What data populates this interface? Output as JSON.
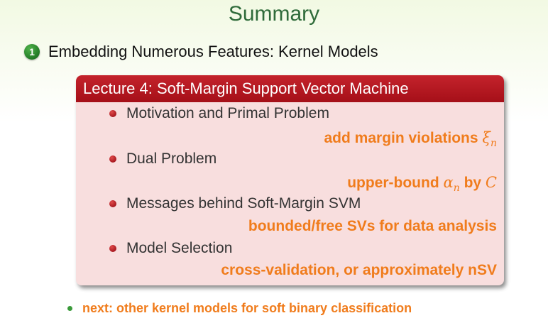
{
  "slide": {
    "title": "Summary"
  },
  "main_point": {
    "number": "1",
    "text": "Embedding Numerous Features: Kernel Models"
  },
  "lecture_box": {
    "header": "Lecture 4: Soft-Margin Support Vector Machine",
    "items": [
      {
        "label": "Motivation and Primal Problem",
        "note_text": "add margin violations",
        "note_math": "ξ",
        "note_sub": "n"
      },
      {
        "label": "Dual Problem",
        "note_pre": "upper-bound",
        "note_math": "α",
        "note_sub": "n",
        "note_mid": "by",
        "note_math2": "C"
      },
      {
        "label": "Messages behind Soft-Margin SVM",
        "note_text": "bounded/free SVs for data analysis"
      },
      {
        "label": "Model Selection",
        "note_text": "cross-validation, or approximately nSV"
      }
    ]
  },
  "next": {
    "text": "next: other kernel models for soft binary classification"
  },
  "colors": {
    "title_green": "#2f6b3a",
    "header_red": "#b4141e",
    "box_pink": "#f8dede",
    "note_orange": "#f07c1c"
  }
}
